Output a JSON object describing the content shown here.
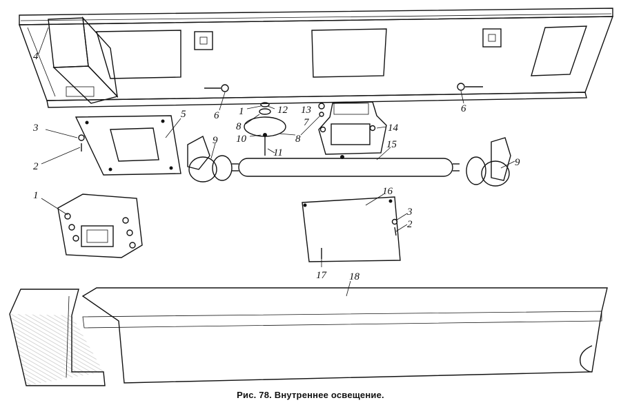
{
  "caption": "Рис. 78. Внутреннее освещение.",
  "labels": {
    "l1_top": "1",
    "l1_mid": "1",
    "l2_left": "2",
    "l2_right": "2",
    "l3_left": "3",
    "l3_right": "3",
    "l4": "4",
    "l5": "5",
    "l6_left": "6",
    "l6_right": "6",
    "l7": "7",
    "l8_a": "8",
    "l8_b": "8",
    "l9_left": "9",
    "l9_right": "9",
    "l10": "10",
    "l11": "11",
    "l12": "12",
    "l13": "13",
    "l14": "14",
    "l15": "15",
    "l16": "16",
    "l17": "17",
    "l18": "18"
  }
}
